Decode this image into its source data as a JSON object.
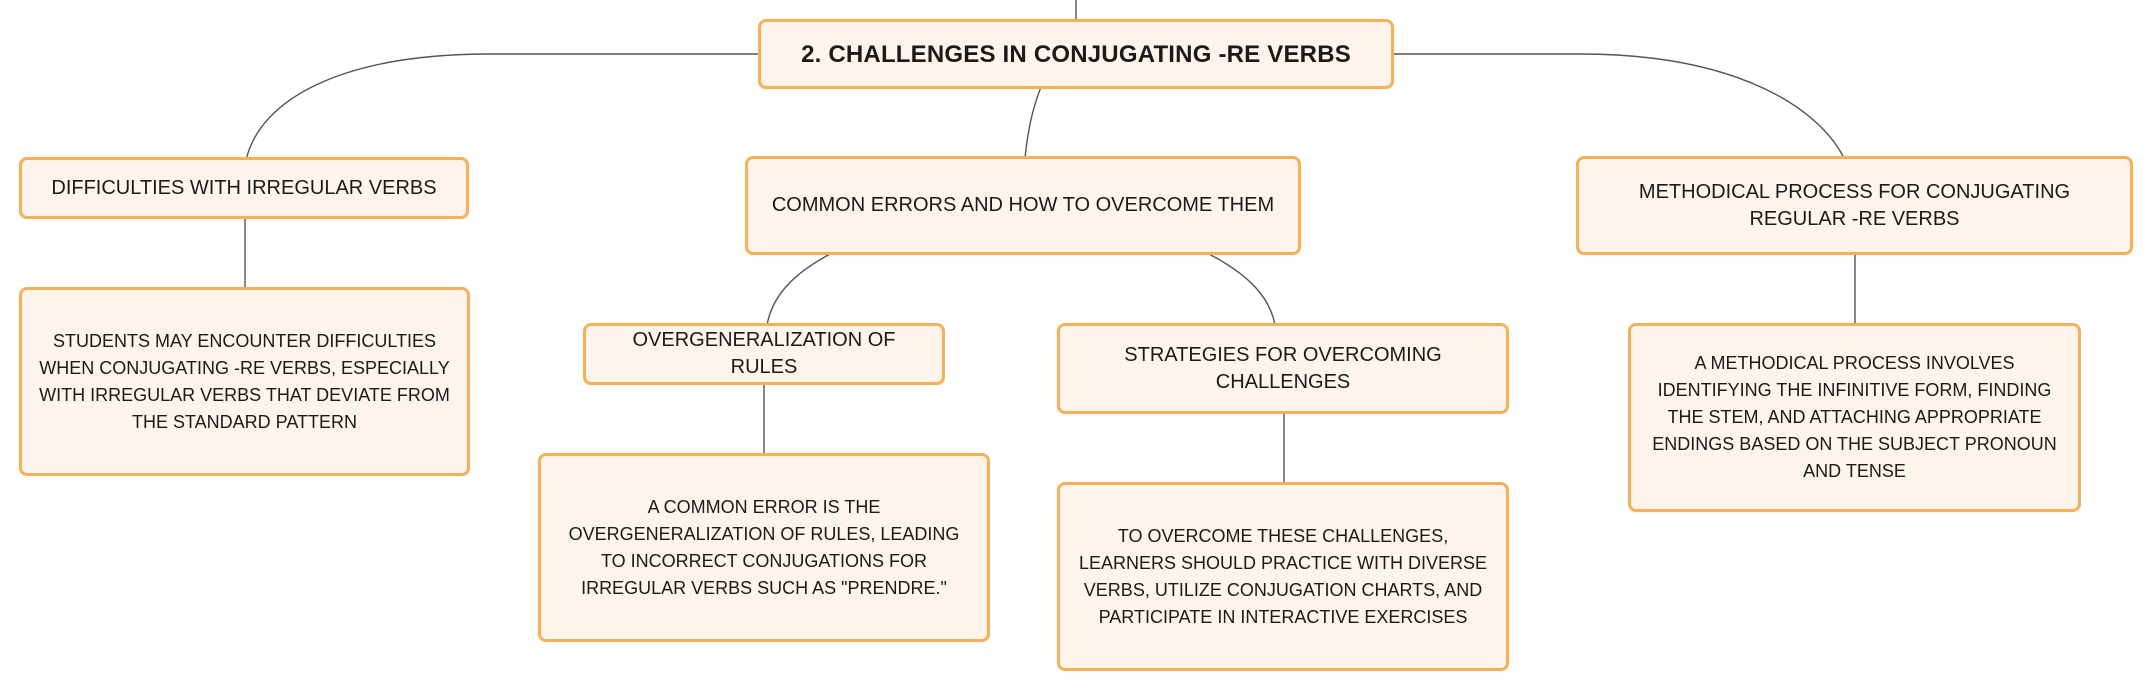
{
  "root": {
    "label": "2. CHALLENGES IN CONJUGATING -RE VERBS"
  },
  "branches": {
    "irregular": {
      "label": "DIFFICULTIES WITH IRREGULAR VERBS",
      "detail": "STUDENTS MAY ENCOUNTER DIFFICULTIES WHEN CONJUGATING -RE VERBS, ESPECIALLY WITH IRREGULAR VERBS THAT DEVIATE FROM THE STANDARD PATTERN"
    },
    "common_errors": {
      "label": "COMMON ERRORS AND HOW TO OVERCOME THEM",
      "children": {
        "overgeneralization": {
          "label": "OVERGENERALIZATION OF RULES",
          "detail": "A COMMON ERROR IS THE OVERGENERALIZATION OF RULES, LEADING TO INCORRECT CONJUGATIONS FOR IRREGULAR VERBS SUCH AS \"PRENDRE.\""
        },
        "strategies": {
          "label": "STRATEGIES FOR OVERCOMING CHALLENGES",
          "detail": "TO OVERCOME THESE CHALLENGES, LEARNERS SHOULD PRACTICE WITH DIVERSE VERBS, UTILIZE CONJUGATION CHARTS, AND PARTICIPATE IN INTERACTIVE EXERCISES"
        }
      }
    },
    "methodical": {
      "label": "METHODICAL PROCESS FOR CONJUGATING REGULAR -RE VERBS",
      "detail": "A METHODICAL PROCESS INVOLVES IDENTIFYING THE INFINITIVE FORM, FINDING THE STEM, AND ATTACHING APPROPRIATE ENDINGS BASED ON THE SUBJECT PRONOUN AND TENSE"
    }
  },
  "colors": {
    "node_fill": "#fef4ec",
    "node_border": "#f5b05a",
    "connector": "#555555"
  }
}
